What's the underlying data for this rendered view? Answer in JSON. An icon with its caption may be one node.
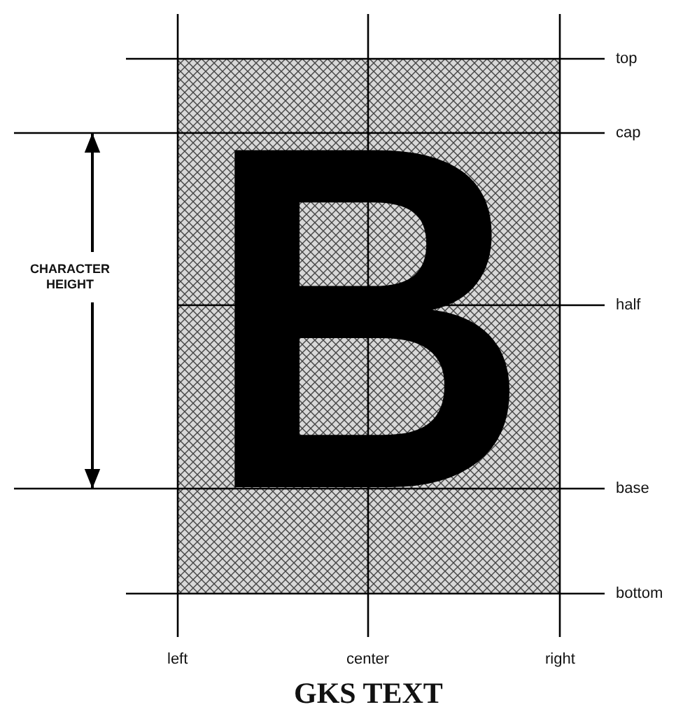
{
  "diagram": {
    "title": "GKS TEXT",
    "labels": [
      "top",
      "cap",
      "B",
      "CHARACTER HEIGHT",
      "half",
      "base",
      "bottom",
      "left",
      "center",
      "right"
    ]
  }
}
